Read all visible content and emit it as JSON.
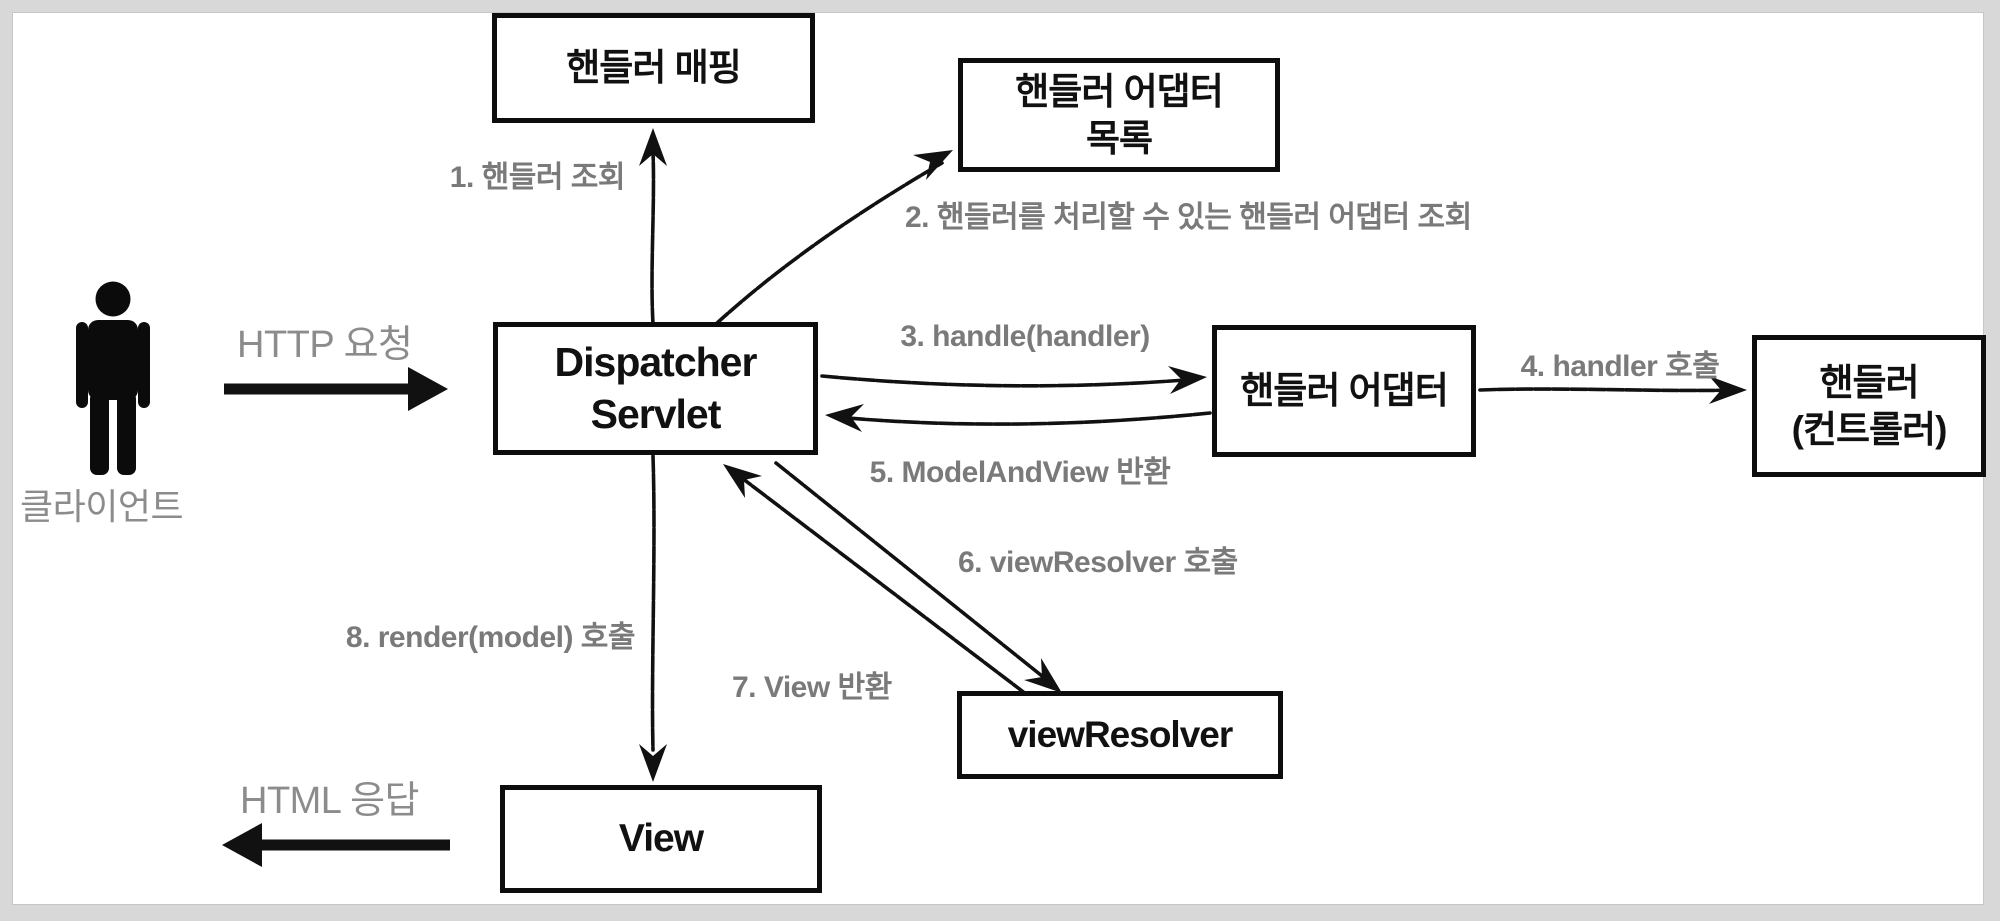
{
  "client": {
    "label": "클라이언트"
  },
  "boxes": {
    "handler_mapping": {
      "label": "핸들러 매핑"
    },
    "handler_adapter_list": {
      "line1": "핸들러 어댑터",
      "line2": "목록"
    },
    "dispatcher_servlet": {
      "line1": "Dispatcher",
      "line2": "Servlet"
    },
    "handler_adapter": {
      "label": "핸들러 어댑터"
    },
    "handler_controller": {
      "line1": "핸들러",
      "line2": "(컨트롤러)"
    },
    "view_resolver": {
      "label": "viewResolver"
    },
    "view": {
      "label": "View"
    }
  },
  "flow_labels": {
    "step1": "1. 핸들러 조회",
    "step2": "2. 핸들러를 처리할 수 있는 핸들러 어댑터 조회",
    "step3": "3. handle(handler)",
    "step4": "4. handler 호출",
    "step5": "5. ModelAndView 반환",
    "step6": "6. viewResolver 호출",
    "step7": "7. View 반환",
    "step8": "8. render(model) 호출"
  },
  "io_labels": {
    "http_request": "HTTP 요청",
    "html_response": "HTML 응답"
  },
  "colors": {
    "frame": "#d8d8d8",
    "canvas": "#ffffff",
    "box_border": "#0d0d0d",
    "box_text": "#111111",
    "step_label_gray": "#7a7a7a",
    "io_label_gray": "#8c8c8c",
    "arrow": "#111111"
  }
}
